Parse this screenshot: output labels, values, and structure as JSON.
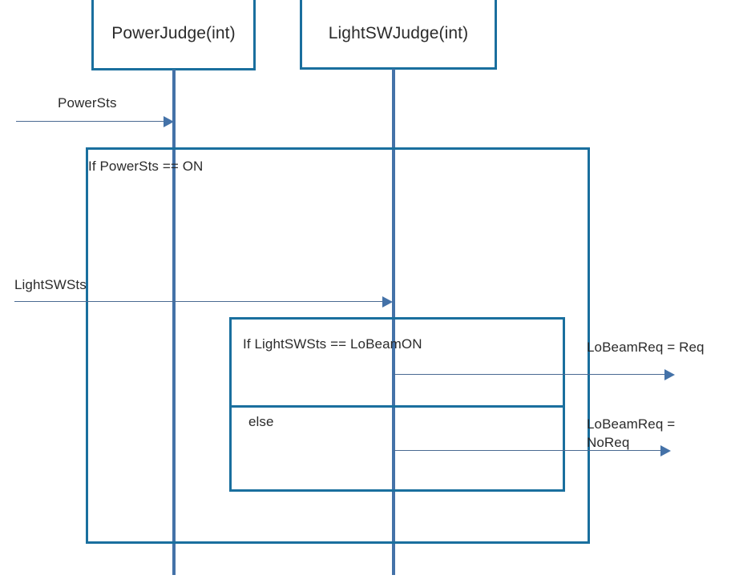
{
  "diagram": {
    "type": "uml-sequence-diagram",
    "colors": {
      "frame_border": "#1a6f9e",
      "lifeline": "#4472a8",
      "message_line": "#4a6a92",
      "arrow_head": "#4472a8",
      "text": "#2b2b2b",
      "background": "#ffffff"
    },
    "participants": [
      {
        "id": "powerjudge",
        "label": "PowerJudge(int)"
      },
      {
        "id": "lightswjudge",
        "label": "LightSWJudge(int)"
      }
    ],
    "fragments": [
      {
        "id": "outer",
        "kind": "alt",
        "guard": "If  PowerSts == ON"
      },
      {
        "id": "inner",
        "kind": "alt",
        "guard_if": "If  LightSWSts == LoBeamON",
        "guard_else": "else"
      }
    ],
    "messages": [
      {
        "id": "msg1",
        "label": "PowerSts",
        "from": "external",
        "to": "powerjudge"
      },
      {
        "id": "msg2",
        "label": "LightSWSts",
        "from": "external",
        "to": "lightswjudge"
      },
      {
        "id": "msg3",
        "label": "LoBeamReq = Req",
        "from": "lightswjudge",
        "to": "external"
      },
      {
        "id": "msg4",
        "label": "LoBeamReq = NoReq",
        "from": "lightswjudge",
        "to": "external"
      }
    ]
  }
}
